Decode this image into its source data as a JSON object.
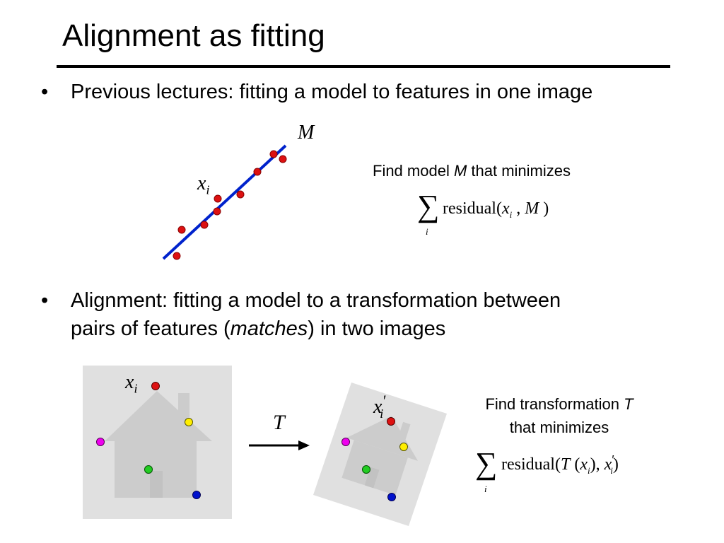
{
  "slide": {
    "title": "Alignment as fitting",
    "bullets": [
      {
        "marker": "•",
        "text": "Previous lectures: fitting a model to features in one image"
      },
      {
        "marker": "•",
        "line1": "Alignment: fitting a model to a transformation between",
        "line2_pre": "pairs of features (",
        "line2_em": "matches",
        "line2_post": ") in two images"
      }
    ]
  },
  "top_diagram": {
    "model_label": "M",
    "point_label_base": "x",
    "point_label_sub": "i",
    "caption_pre": "Find model ",
    "caption_var": "M",
    "caption_post": " that minimizes",
    "sum_symbol": "∑",
    "sum_index": "i",
    "expr_fn": "residual(",
    "expr_x": "x",
    "expr_sub": "i",
    "expr_sep": " , ",
    "expr_m": "M",
    "expr_close": " )",
    "line_color": "#0022cc",
    "point_color": "#dd1111"
  },
  "bottom_diagram": {
    "left_label_base": "x",
    "left_label_sub": "i",
    "right_label_base": "x",
    "right_label_prime": "′",
    "right_label_sub": "i",
    "transform_label": "T",
    "caption_line1_pre": "Find transformation ",
    "caption_line1_var": "T",
    "caption_line2": "that minimizes",
    "sum_symbol": "∑",
    "sum_index": "i",
    "expr_fn": "residual(",
    "expr_t": "T",
    "expr_open": " (",
    "expr_x": "x",
    "expr_sub": "i",
    "expr_mid": "), ",
    "expr_xp": "x",
    "expr_prime": "′",
    "expr_sub2": "i",
    "expr_close": ")",
    "panel_color": "#e0e0e0",
    "house_color": "#cccccc",
    "feature_colors": {
      "red": "#dd1111",
      "yellow": "#ffee00",
      "magenta": "#ee00ee",
      "green": "#22cc22",
      "blue": "#0011cc"
    }
  }
}
